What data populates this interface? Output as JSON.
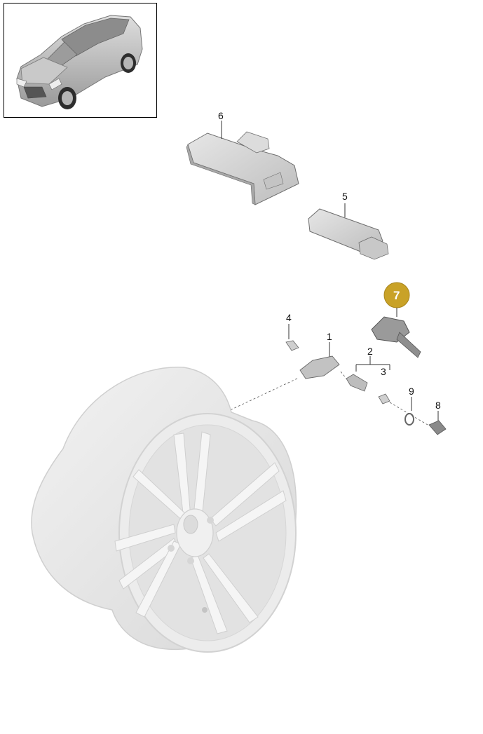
{
  "diagram": {
    "callouts": [
      {
        "id": "label-1",
        "text": "1"
      },
      {
        "id": "label-2",
        "text": "2"
      },
      {
        "id": "label-3",
        "text": "3"
      },
      {
        "id": "label-4",
        "text": "4"
      },
      {
        "id": "label-5",
        "text": "5"
      },
      {
        "id": "label-6",
        "text": "6"
      },
      {
        "id": "label-7",
        "text": "7"
      },
      {
        "id": "label-8",
        "text": "8"
      },
      {
        "id": "label-9",
        "text": "9"
      }
    ],
    "highlight_color": "#c9a227",
    "part_color": "#d4d4d4",
    "outline_color": "#6e6e6e"
  }
}
